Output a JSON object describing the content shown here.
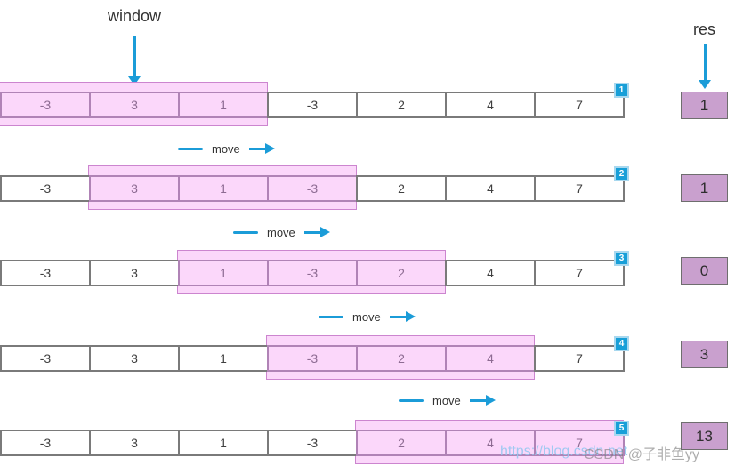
{
  "labels": {
    "window": "window",
    "res": "res",
    "move": "move"
  },
  "array_values": [
    -3,
    3,
    1,
    -3,
    2,
    4,
    7
  ],
  "window_size": 3,
  "steps": [
    {
      "badge": "1",
      "window_start": 0,
      "res": "1"
    },
    {
      "badge": "2",
      "window_start": 1,
      "res": "1"
    },
    {
      "badge": "3",
      "window_start": 2,
      "res": "0"
    },
    {
      "badge": "4",
      "window_start": 3,
      "res": "3"
    },
    {
      "badge": "5",
      "window_start": 4,
      "res": "13"
    }
  ],
  "colors": {
    "arrow_blue": "#1b9cd8",
    "badge_blue": "#189fd8",
    "window_fill": "#fbd7fa",
    "window_border": "#cc85cf",
    "cell_border": "#7a7a7a",
    "res_fill": "#c9a0ce"
  },
  "watermark": {
    "url_text": "https://blog.csdn.net",
    "user_text": "CSDN @子非鱼yy"
  }
}
